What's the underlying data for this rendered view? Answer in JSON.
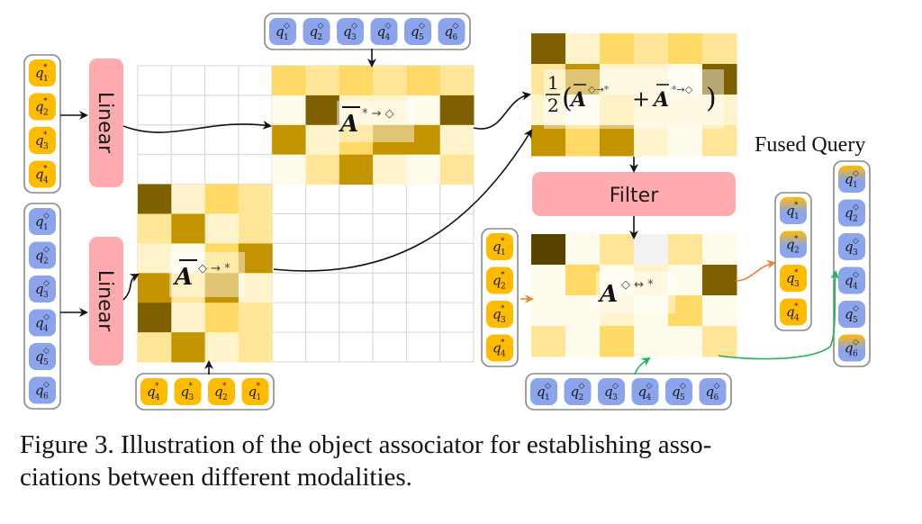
{
  "caption": {
    "line1": "Figure 3. Illustration of the object associator for establishing asso-",
    "line2": "ciations between different modalities."
  },
  "labels": {
    "linear_top": "Linear",
    "linear_bottom": "Linear",
    "filter": "Filter",
    "fused_query_title": "Fused Query"
  },
  "math": {
    "A_star_to_diamond": "A",
    "A_star_to_diamond_sup": "* → ◇",
    "A_diamond_to_star": "A",
    "A_diamond_to_star_sup": "◇ → *",
    "avg_prefix": "(",
    "avg_A1_sup": "◇→*",
    "avg_plus": "+",
    "avg_A2_sup": "*→◇",
    "avg_suffix": ")",
    "avg_num": "1",
    "avg_den": "2",
    "A_bidir": "A",
    "A_bidir_sup": "◇ ↔ *"
  },
  "colors": {
    "star_query": "#FFBB00",
    "diamond_query": "#8BA4EC",
    "linear_box": "#FFAAAE",
    "filter_box": "#FFAAAE",
    "orange_arrow": "#E8853A",
    "green_arrow": "#1DB45A",
    "heat": [
      "#FFFBEA",
      "#FFF3CC",
      "#FFE598",
      "#FFD966",
      "#C49400",
      "#7F6000",
      "#5A4300"
    ]
  },
  "queries": {
    "star_left": [
      {
        "sub": "1",
        "sup": "*"
      },
      {
        "sub": "2",
        "sup": "*"
      },
      {
        "sub": "3",
        "sup": "*"
      },
      {
        "sub": "4",
        "sup": "*"
      }
    ],
    "diamond_left": [
      {
        "sub": "1",
        "sup": "◇"
      },
      {
        "sub": "2",
        "sup": "◇"
      },
      {
        "sub": "3",
        "sup": "◇"
      },
      {
        "sub": "4",
        "sup": "◇"
      },
      {
        "sub": "5",
        "sup": "◇"
      },
      {
        "sub": "6",
        "sup": "◇"
      }
    ],
    "diamond_top": [
      {
        "sub": "1",
        "sup": "◇"
      },
      {
        "sub": "2",
        "sup": "◇"
      },
      {
        "sub": "3",
        "sup": "◇"
      },
      {
        "sub": "4",
        "sup": "◇"
      },
      {
        "sub": "5",
        "sup": "◇"
      },
      {
        "sub": "6",
        "sup": "◇"
      }
    ],
    "star_bottom": [
      {
        "sub": "4",
        "sup": "*"
      },
      {
        "sub": "3",
        "sup": "*"
      },
      {
        "sub": "2",
        "sup": "*"
      },
      {
        "sub": "1",
        "sup": "*"
      }
    ],
    "star_filter_left": [
      {
        "sub": "1",
        "sup": "*"
      },
      {
        "sub": "2",
        "sup": "*"
      },
      {
        "sub": "3",
        "sup": "*"
      },
      {
        "sub": "4",
        "sup": "*"
      }
    ],
    "diamond_filter_bottom": [
      {
        "sub": "1",
        "sup": "◇"
      },
      {
        "sub": "2",
        "sup": "◇"
      },
      {
        "sub": "3",
        "sup": "◇"
      },
      {
        "sub": "4",
        "sup": "◇"
      },
      {
        "sub": "5",
        "sup": "◇"
      },
      {
        "sub": "6",
        "sup": "◇"
      }
    ],
    "fused_star": [
      {
        "sub": "1",
        "sup": "*",
        "fused": true
      },
      {
        "sub": "2",
        "sup": "*",
        "fused": true
      },
      {
        "sub": "3",
        "sup": "*",
        "fused": false
      },
      {
        "sub": "4",
        "sup": "*",
        "fused": false
      }
    ],
    "fused_diamond": [
      {
        "sub": "1",
        "sup": "◇",
        "fused": true
      },
      {
        "sub": "2",
        "sup": "◇",
        "fused": false
      },
      {
        "sub": "3",
        "sup": "◇",
        "fused": false
      },
      {
        "sub": "4",
        "sup": "◇",
        "fused": false
      },
      {
        "sub": "5",
        "sup": "◇",
        "fused": false
      },
      {
        "sub": "6",
        "sup": "◇",
        "fused": true
      }
    ]
  },
  "heatmaps": {
    "star_to_diamond": [
      [
        3,
        2,
        3,
        2,
        3,
        2
      ],
      [
        0,
        5,
        1,
        1,
        0,
        5
      ],
      [
        4,
        1,
        3,
        4,
        4,
        1
      ],
      [
        0,
        2,
        4,
        1,
        0,
        2
      ]
    ],
    "diamond_to_star": [
      [
        5,
        1,
        3,
        2
      ],
      [
        2,
        4,
        1,
        2
      ],
      [
        1,
        0,
        3,
        4
      ],
      [
        4,
        2,
        4,
        1
      ],
      [
        5,
        1,
        3,
        2
      ],
      [
        2,
        4,
        1,
        2
      ]
    ],
    "average": [
      [
        5,
        1,
        3,
        2,
        3,
        2
      ],
      [
        2,
        4,
        1,
        1,
        0,
        5
      ],
      [
        1,
        0,
        2,
        1,
        1,
        1
      ],
      [
        4,
        3,
        4,
        1,
        0,
        2
      ]
    ],
    "filtered": [
      [
        6,
        0,
        2,
        -1,
        2,
        0
      ],
      [
        0,
        3,
        0,
        1,
        0,
        5
      ],
      [
        0,
        0,
        1,
        0,
        3,
        0
      ],
      [
        2,
        0,
        3,
        0,
        0,
        2
      ]
    ]
  }
}
